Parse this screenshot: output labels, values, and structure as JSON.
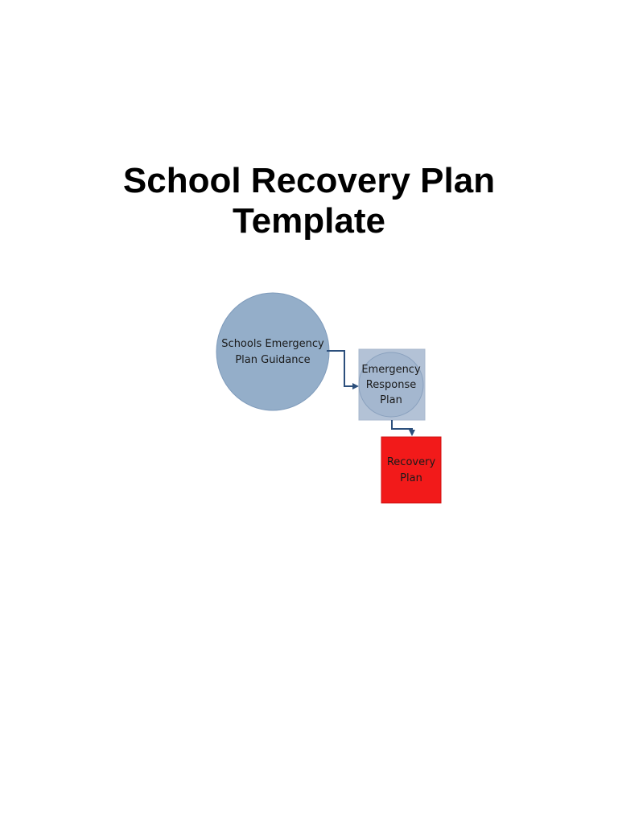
{
  "document": {
    "title_line1": "School Recovery Plan",
    "title_line2": "Template"
  },
  "diagram": {
    "nodes": {
      "guidance": {
        "line1": "Schools Emergency",
        "line2": "Plan Guidance"
      },
      "response": {
        "line1": "Emergency",
        "line2": "Response",
        "line3": "Plan"
      },
      "recovery": {
        "line1": "Recovery",
        "line2": "Plan"
      }
    },
    "colors": {
      "guidance_fill": "#94aec9",
      "response_square_fill": "#b3c2d6",
      "response_circle_fill": "#a4b7cf",
      "recovery_fill": "#f21a1a",
      "connector": "#2c4f7c"
    }
  }
}
